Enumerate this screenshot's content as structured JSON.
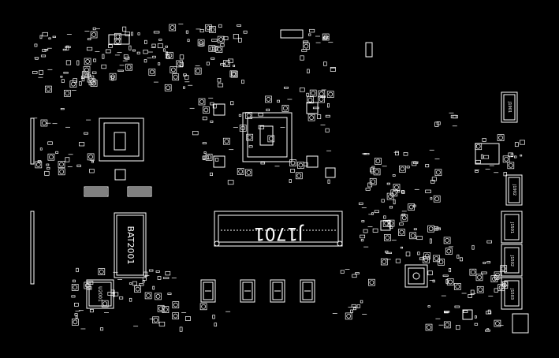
{
  "board": {
    "background_color": "#000000",
    "outline_color": "#ffffff",
    "labels": {
      "main_connector": "J1701",
      "battery": "BAT2001",
      "chip_left": "U2001",
      "usb_top": "J1901",
      "usb_mid": "J1902",
      "usb_a": "J1501",
      "usb_b": "J1502",
      "usb_c": "J1503"
    }
  }
}
